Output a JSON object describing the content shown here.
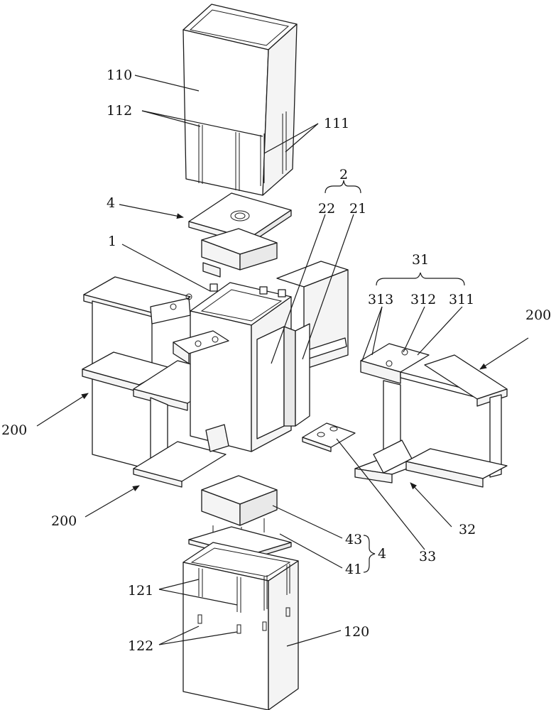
{
  "labels": {
    "l110": "110",
    "l112": "112",
    "l111": "111",
    "l2": "2",
    "l22": "22",
    "l21": "21",
    "l4_top": "4",
    "l1": "1",
    "l31": "31",
    "l313": "313",
    "l312": "312",
    "l311": "311",
    "l200_right": "200",
    "l200_left": "200",
    "l200_bottom": "200",
    "l43": "43",
    "l41": "41",
    "l4_bottom": "4",
    "l32": "32",
    "l33": "33",
    "l121": "121",
    "l122": "122",
    "l120": "120"
  }
}
